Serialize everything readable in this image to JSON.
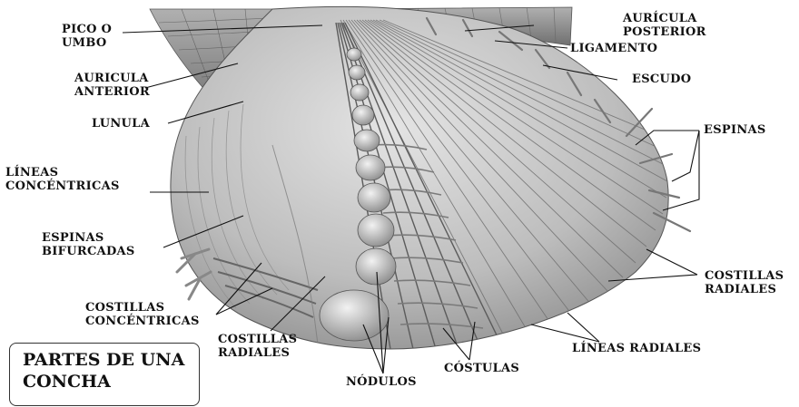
{
  "diagram": {
    "labels": {
      "pico": [
        "PICO  O",
        "UMBO"
      ],
      "auricula_posterior": [
        "AURÍCULA",
        "POSTERIOR"
      ],
      "ligamento": "LIGAMENTO",
      "auricula_anterior": [
        "AURICULA",
        "ANTERIOR"
      ],
      "escudo": "ESCUDO",
      "lunula": "LUNULA",
      "espinas": "ESPINAS",
      "lineas_concentricas": [
        "LÍNEAS",
        "CONCÉNTRICAS"
      ],
      "espinas_bifurcadas": [
        "ESPINAS",
        "BIFURCADAS"
      ],
      "costillas_radiales_right": [
        "COSTILLAS",
        "RADIALES"
      ],
      "costillas_concentricas": [
        "COSTILLAS",
        "CONCÉNTRICAS"
      ],
      "costillas_radiales_bottom": [
        "COSTILLAS",
        "RADIALES"
      ],
      "lineas_radiales": "LÍNEAS RADIALES",
      "costulas": "CÓSTULAS",
      "nodulos": "NÓDULOS"
    },
    "title": [
      "PARTES DE UNA",
      "CONCHA"
    ]
  }
}
